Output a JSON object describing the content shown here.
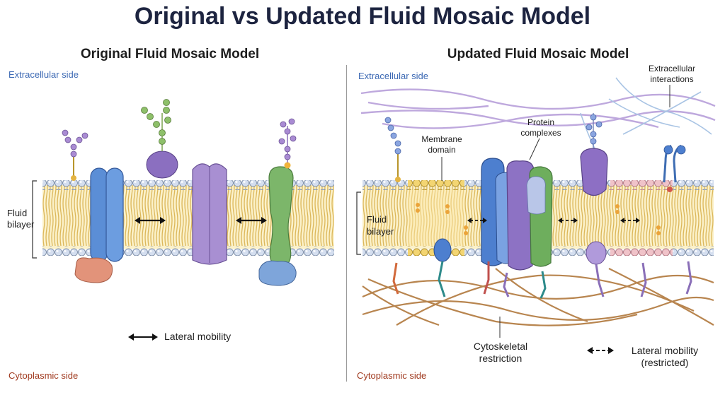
{
  "title": "Original vs Updated Fluid Mosaic Model",
  "left_panel": {
    "title": "Original Fluid Mosaic Model",
    "extracellular_label": "Extracellular side",
    "cytoplasmic_label": "Cytoplasmic side",
    "bilayer_label_line1": "Fluid",
    "bilayer_label_line2": "bilayer",
    "legend_label": "Lateral mobility"
  },
  "right_panel": {
    "title": "Updated Fluid Mosaic Model",
    "extracellular_label": "Extracellular side",
    "cytoplasmic_label": "Cytoplasmic side",
    "bilayer_label_line1": "Fluid",
    "bilayer_label_line2": "bilayer",
    "callout_membrane_domain_line1": "Membrane",
    "callout_membrane_domain_line2": "domain",
    "callout_protein_complexes_line1": "Protein",
    "callout_protein_complexes_line2": "complexes",
    "callout_extracellular_line1": "Extracellular",
    "callout_extracellular_line2": "interactions",
    "callout_cytoskeletal_line1": "Cytoskeletal",
    "callout_cytoskeletal_line2": "restriction",
    "legend_label_line1": "Lateral mobility",
    "legend_label_line2": "(restricted)"
  },
  "colors": {
    "title": "#1d2440",
    "extracellular": "#3b68b3",
    "cytoplasmic": "#a03a1f",
    "lipid_head": "#c9d6e8",
    "lipid_tail": "#e6c96a",
    "protein_blue": "#5b8ed6",
    "protein_purple": "#9b7fc9",
    "protein_green": "#7cb66a",
    "protein_salmon": "#d98a72",
    "cytoskeleton": "#b8854f"
  }
}
